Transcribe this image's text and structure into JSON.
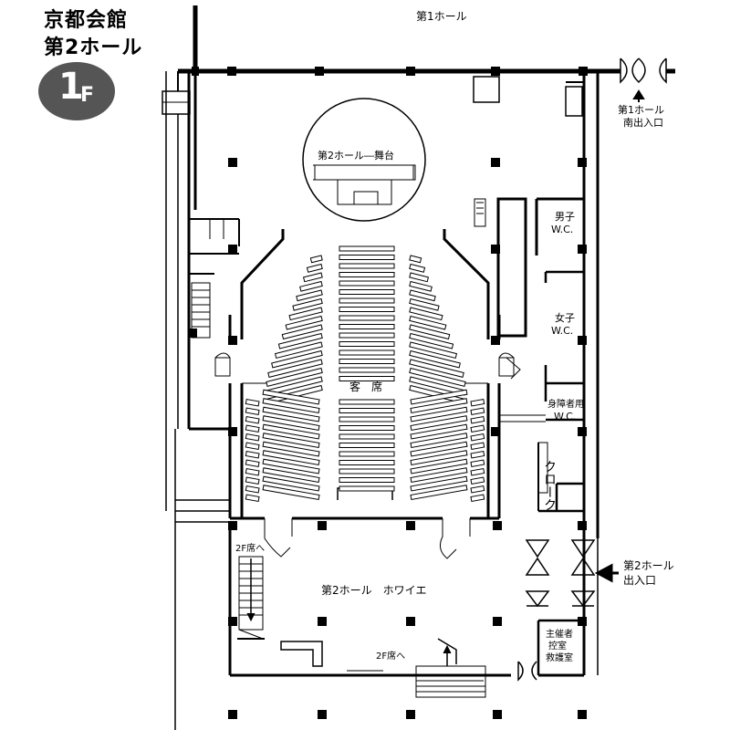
{
  "header": {
    "venue": "京都会館",
    "hall": "第2ホール",
    "floor_num": "1",
    "floor_suffix": "F"
  },
  "labels": {
    "hall1": "第1ホール",
    "hall1_south_line1": "第1ホール",
    "hall1_south_line2": "南出入口",
    "stage": "第2ホール―舞台",
    "seats": "客　席",
    "mens_wc_1": "男子",
    "mens_wc_2": "W.C.",
    "womens_wc_1": "女子",
    "womens_wc_2": "W.C.",
    "acc_wc_1": "身障者用",
    "acc_wc_2": "W.C.",
    "cloak": "クローク",
    "foyer": "第2ホール　ホワイエ",
    "hall2_entrance_1": "第2ホール",
    "hall2_entrance_2": "出入口",
    "organizer_1": "主催者",
    "organizer_2": "控室",
    "organizer_3": "救護室",
    "to_2f_left": "2F席へ",
    "to_2f_bottom": "2F席へ"
  },
  "colors": {
    "badge": "#555555",
    "line": "#000000",
    "bg": "#ffffff"
  }
}
